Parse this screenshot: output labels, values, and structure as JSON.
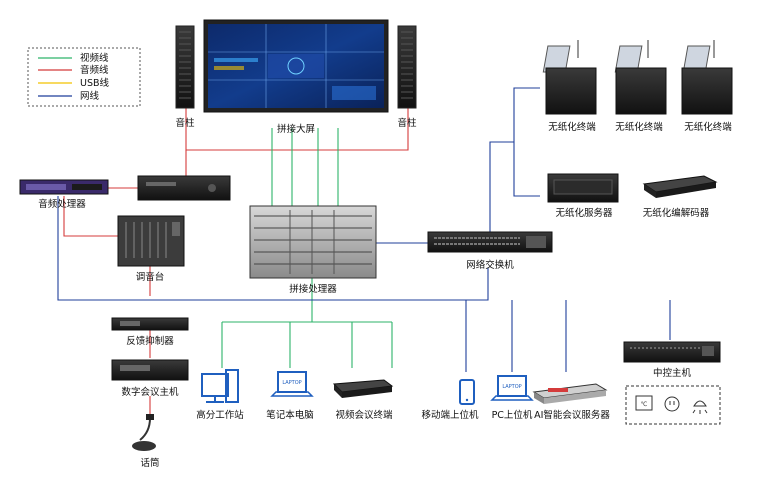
{
  "legend": {
    "items": [
      {
        "label": "视频线",
        "color": "#2db36a"
      },
      {
        "label": "音频线",
        "color": "#d43b3b"
      },
      {
        "label": "USB线",
        "color": "#f2c200"
      },
      {
        "label": "网线",
        "color": "#1f3f9a"
      }
    ]
  },
  "devices": {
    "speaker_left": "音柱",
    "speaker_right": "音柱",
    "video_wall": "拼接大屏",
    "paperless_terminal_1": "无纸化终端",
    "paperless_terminal_2": "无纸化终端",
    "paperless_terminal_3": "无纸化终端",
    "paperless_server": "无纸化服务器",
    "paperless_codec": "无纸化编解码器",
    "audio_processor": "音频处理器",
    "mixer": "调音台",
    "splice_processor": "拼接处理器",
    "network_switch": "网络交换机",
    "feedback_suppressor": "反馈抑制器",
    "digital_conference_host": "数字会议主机",
    "microphone": "话筒",
    "workstation": "高分工作站",
    "laptop": "笔记本电脑",
    "laptop_screen_text": "LAPTOP",
    "video_terminal": "视频会议终端",
    "mobile_host": "移动端上位机",
    "pc_host": "PC上位机",
    "pc_screen_text": "LAPTOP",
    "ai_server": "AI智能会议服务器",
    "central_control": "中控主机",
    "thermo_text": "℃"
  },
  "colors": {
    "video": "#2db36a",
    "audio": "#d43b3b",
    "usb": "#f2c200",
    "network": "#1f3f9a",
    "device_icon": "#1f5fbf"
  }
}
